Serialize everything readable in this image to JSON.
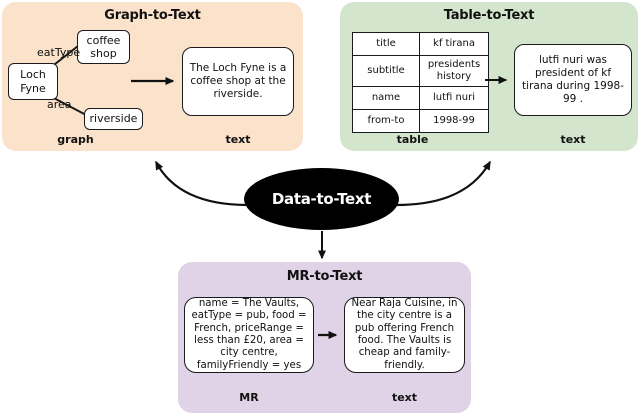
{
  "hub": {
    "label": "Data-to-Text"
  },
  "panels": {
    "graph": {
      "title": "Graph-to-Text",
      "bg_color": "#FBE2CA",
      "graph": {
        "caption": "graph",
        "nodes": [
          {
            "id": "loch-fyne",
            "label": "Loch Fyne"
          },
          {
            "id": "coffee-shop",
            "label": "coffee shop"
          },
          {
            "id": "riverside",
            "label": "riverside"
          }
        ],
        "edges": [
          {
            "label": "eatType",
            "from": "loch-fyne",
            "to": "coffee-shop"
          },
          {
            "label": "area",
            "from": "loch-fyne",
            "to": "riverside"
          }
        ]
      },
      "output": {
        "caption": "text",
        "text": "The Loch Fyne is a coffee shop at the riverside."
      }
    },
    "table": {
      "title": "Table-to-Text",
      "bg_color": "#D3E5CD",
      "table": {
        "caption": "table",
        "rows": [
          {
            "key": "title",
            "value": "kf tirana"
          },
          {
            "key": "subtitle",
            "value": "presidents history"
          },
          {
            "key": "name",
            "value": "lutfi nuri"
          },
          {
            "key": "from-to",
            "value": "1998-99"
          }
        ]
      },
      "output": {
        "caption": "text",
        "text": "lutfi nuri was president of kf tirana during 1998-99 ."
      }
    },
    "mr": {
      "title": "MR-to-Text",
      "bg_color": "#E0D2E7",
      "mr": {
        "caption": "MR",
        "text": "name = The Vaults, eatType = pub, food = French, priceRange = less than £20, area = city centre, familyFriendly = yes"
      },
      "output": {
        "caption": "text",
        "text": "Near Raja Cuisine, in the city centre is a pub offering French food. The Vaults is cheap and family-friendly."
      }
    }
  },
  "colors": {
    "stroke": "#1a1a1a",
    "hub_fill": "#000000",
    "hub_text": "#ffffff",
    "box_fill": "#ffffff"
  }
}
